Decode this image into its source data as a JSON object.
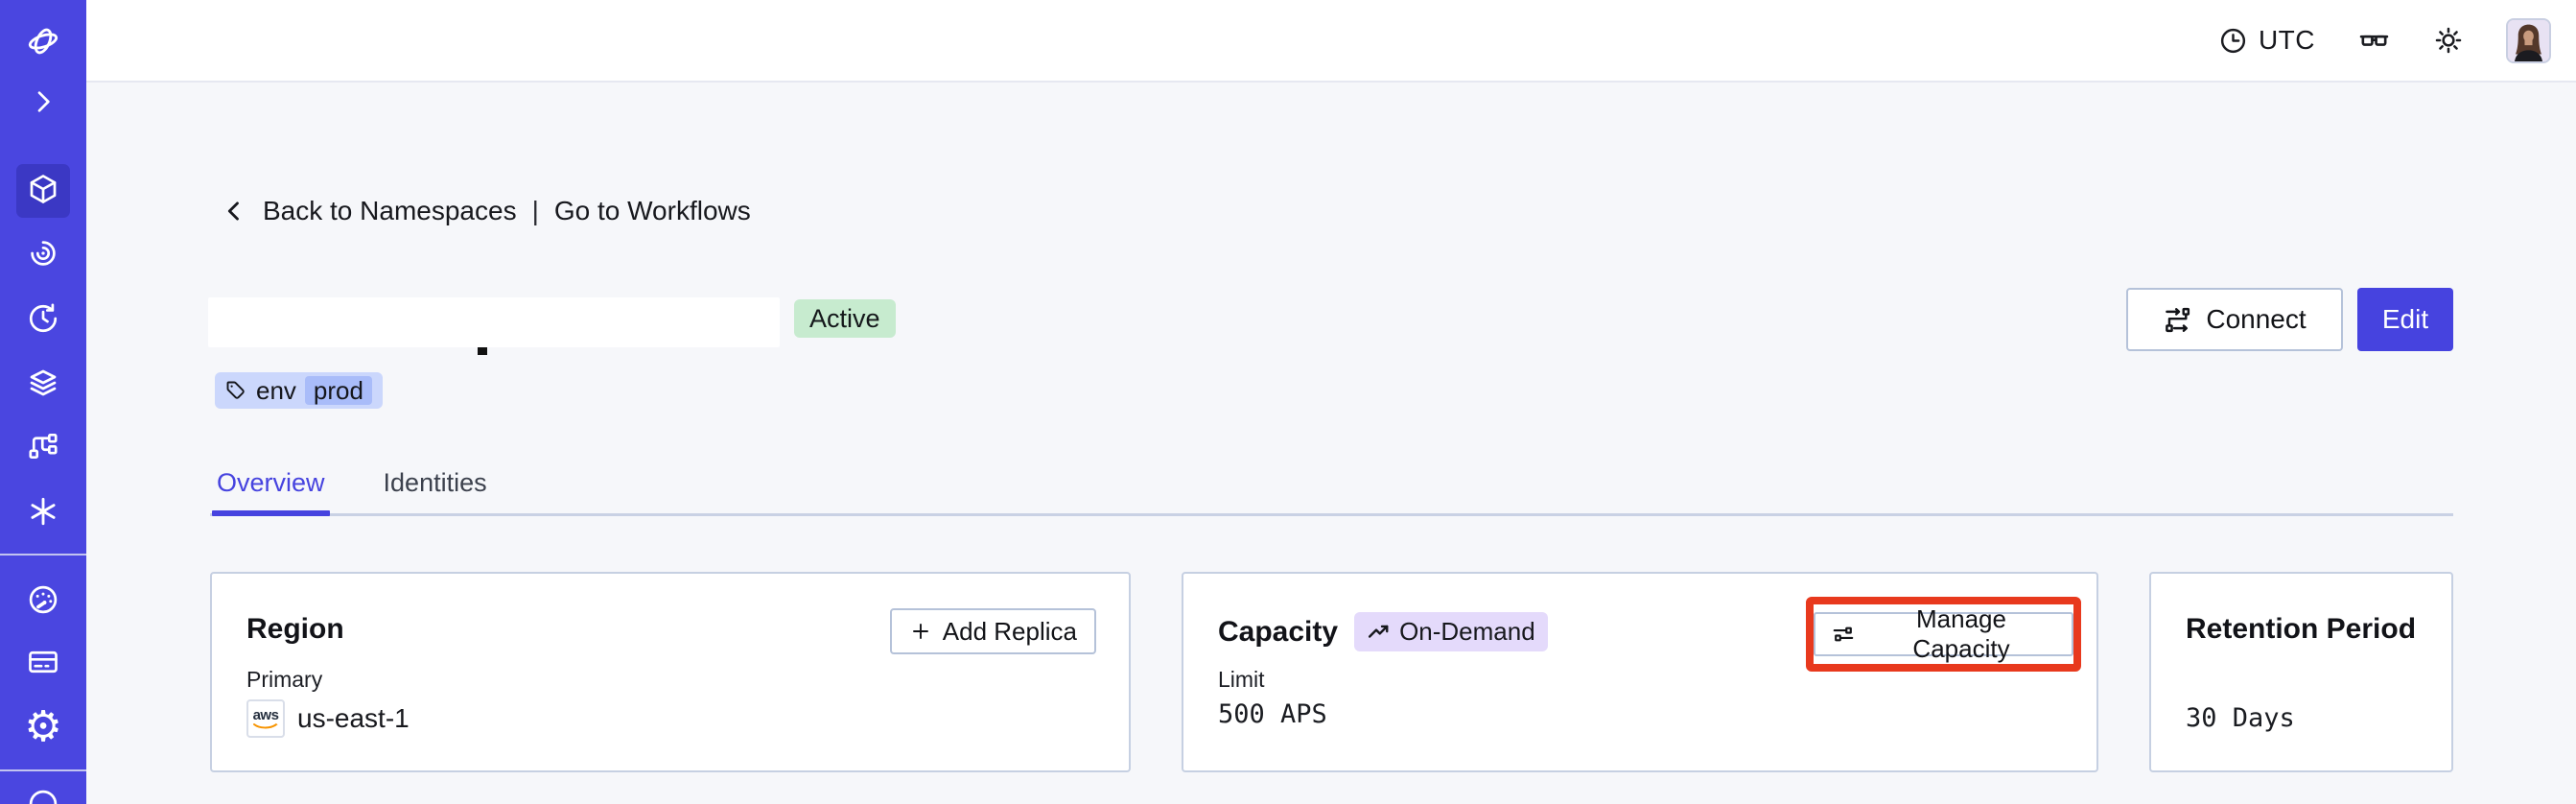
{
  "topbar": {
    "timezone": "UTC"
  },
  "sidebar": {
    "active_item": "namespaces",
    "icons": [
      "temporal-logo",
      "expand-chevron",
      "namespaces",
      "workflows",
      "schedules",
      "deployments",
      "batch-operations",
      "nexus",
      "usage",
      "billing",
      "settings",
      "support"
    ]
  },
  "breadcrumb": {
    "back": "Back to Namespaces",
    "separator": "|",
    "forward": "Go to Workflows"
  },
  "header": {
    "status": "Active",
    "tag_key": "env",
    "tag_value": "prod",
    "connect_label": "Connect",
    "edit_label": "Edit"
  },
  "tabs": [
    {
      "label": "Overview"
    },
    {
      "label": "Identities"
    }
  ],
  "cards": {
    "region": {
      "title": "Region",
      "add_replica_label": "Add Replica",
      "primary_label": "Primary",
      "provider": "aws",
      "value": "us-east-1"
    },
    "capacity": {
      "title": "Capacity",
      "badge": "On-Demand",
      "manage_label": "Manage Capacity",
      "limit_label": "Limit",
      "value": "500 APS"
    },
    "retention": {
      "title": "Retention Period",
      "value": "30 Days"
    }
  },
  "colors": {
    "accent": "#4643DF",
    "sidebar": "#4A46E0",
    "sidebar_active": "#3B38C4",
    "status_badge_bg": "#C7EBCF",
    "tag_bg": "#CBD7FC",
    "tag_chip_bg": "#A9BCF9",
    "ondemand_badge_bg": "#E4DAFB",
    "annotation_red": "#E8391D"
  }
}
